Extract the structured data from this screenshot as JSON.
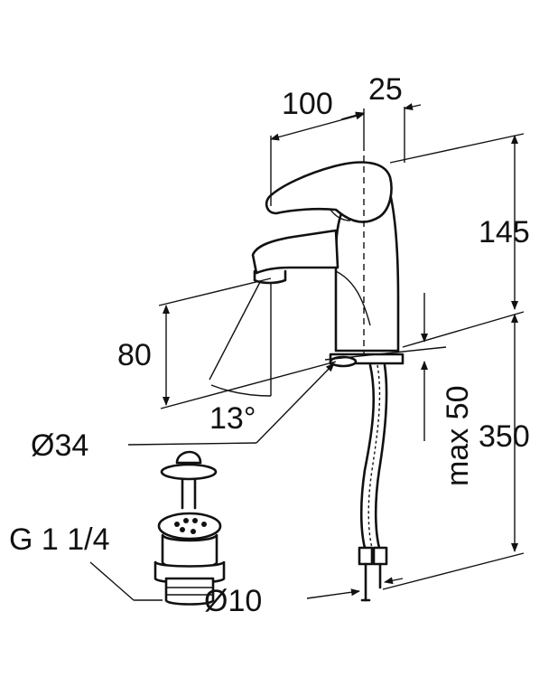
{
  "labels": {
    "width_100": "100",
    "offset_25": "25",
    "height_145": "145",
    "height_80": "80",
    "angle_13": "13°",
    "diameter_34": "Ø34",
    "max_50": "max 50",
    "hose_350": "350",
    "thread_g114": "G 1 1/4",
    "diameter_10": "Ø10"
  },
  "colors": {
    "line": "#111111",
    "background": "#ffffff"
  }
}
